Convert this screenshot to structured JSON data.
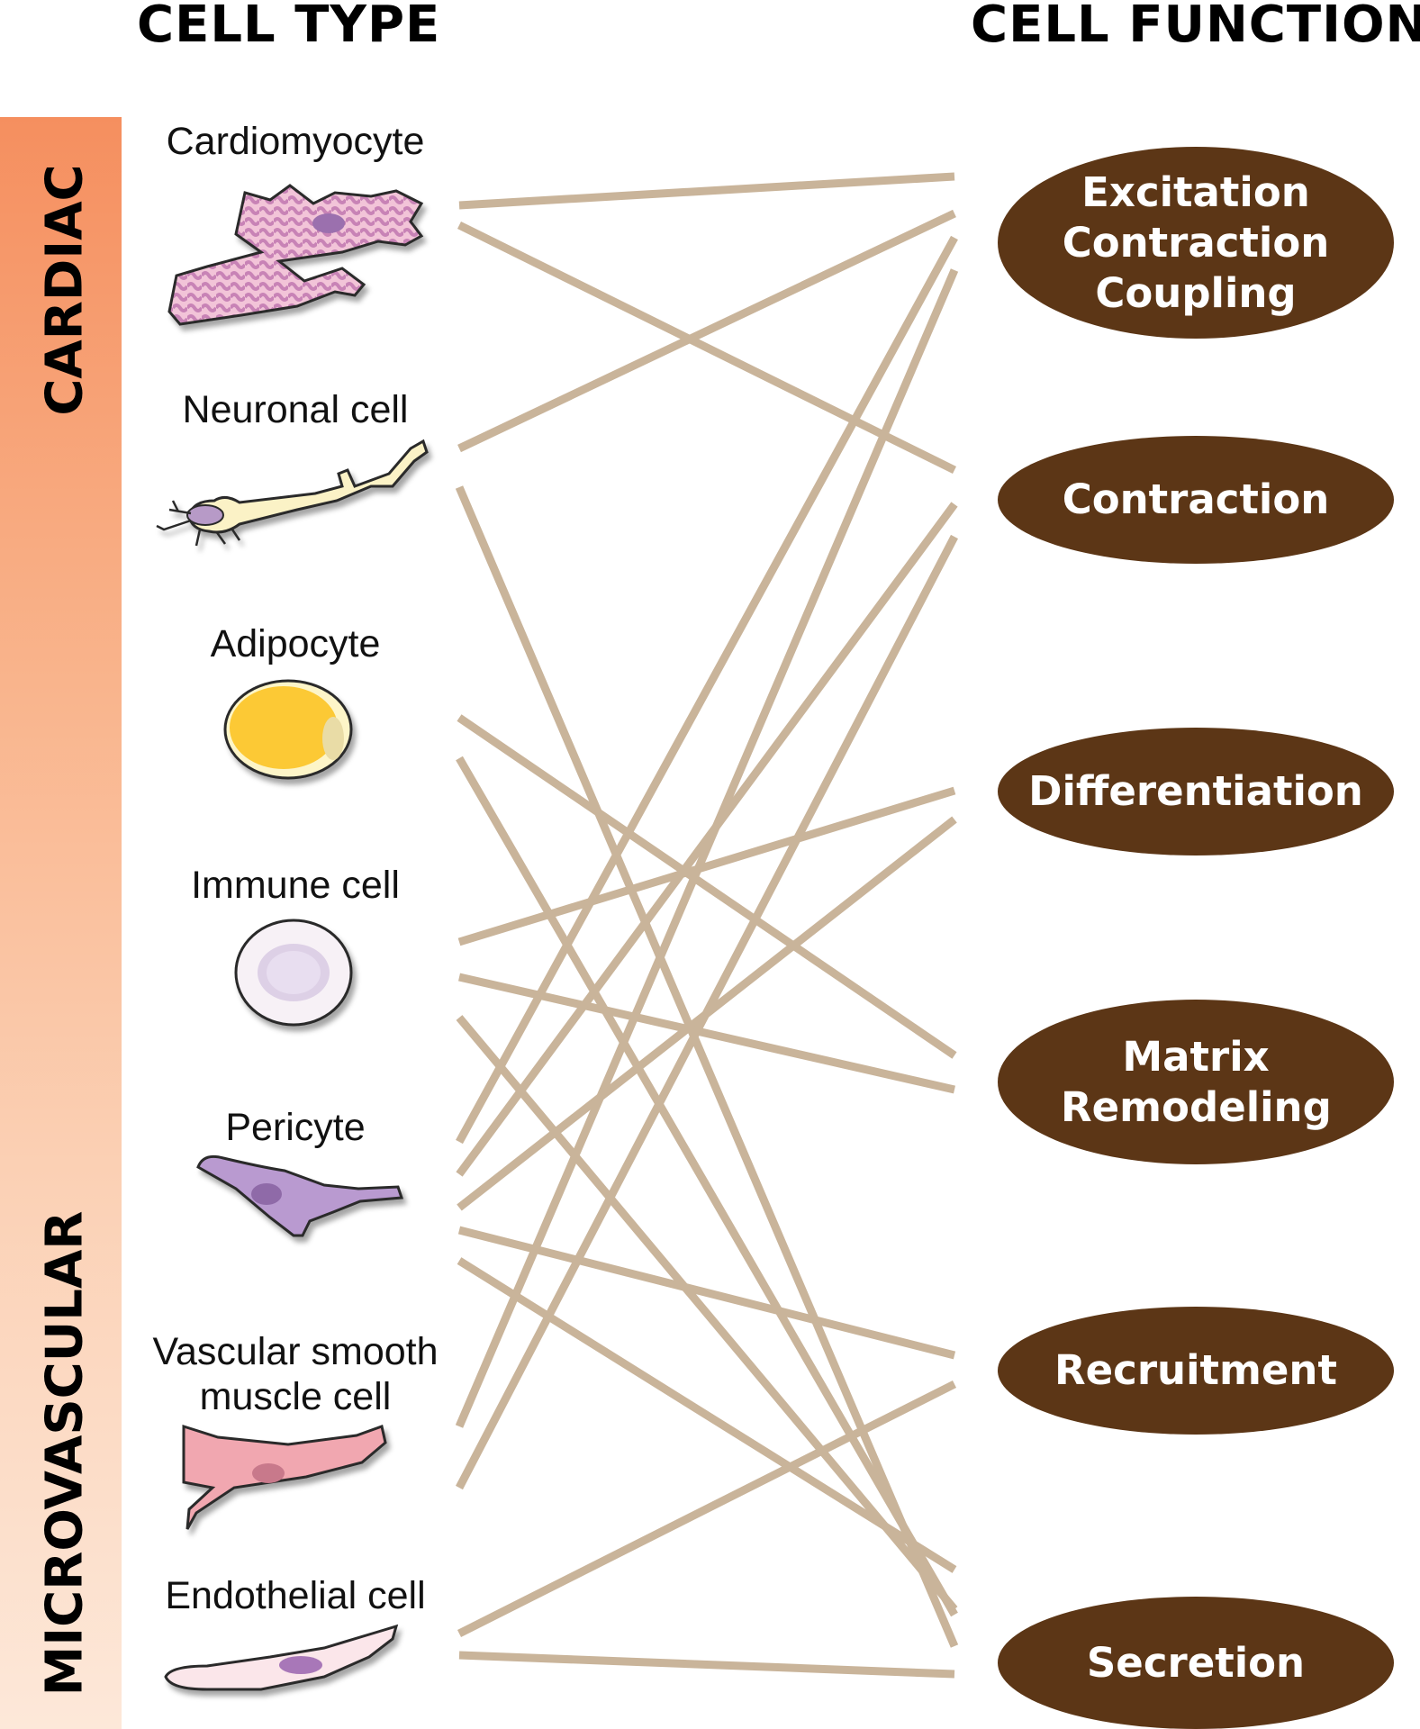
{
  "headers": {
    "cell_type": "CELL TYPE",
    "cell_function": "CELL FUNCTION"
  },
  "sidebar": {
    "top_label": "CARDIAC",
    "bottom_label": "MICROVASCULAR"
  },
  "cell_types": [
    "Cardiomyocyte",
    "Neuronal cell",
    "Adipocyte",
    "Immune cell",
    "Pericyte",
    "Vascular smooth muscle cell",
    "Endothelial cell"
  ],
  "cell_functions": [
    "Excitation Contraction Coupling",
    "Contraction",
    "Differentiation",
    "Matrix Remodeling",
    "Recruitment",
    "Secretion"
  ],
  "links": [
    {
      "from": "Cardiomyocyte",
      "to": "Excitation Contraction Coupling"
    },
    {
      "from": "Cardiomyocyte",
      "to": "Contraction"
    },
    {
      "from": "Neuronal cell",
      "to": "Excitation Contraction Coupling"
    },
    {
      "from": "Neuronal cell",
      "to": "Secretion"
    },
    {
      "from": "Adipocyte",
      "to": "Matrix Remodeling"
    },
    {
      "from": "Adipocyte",
      "to": "Secretion"
    },
    {
      "from": "Immune cell",
      "to": "Differentiation"
    },
    {
      "from": "Immune cell",
      "to": "Matrix Remodeling"
    },
    {
      "from": "Immune cell",
      "to": "Secretion"
    },
    {
      "from": "Pericyte",
      "to": "Excitation Contraction Coupling"
    },
    {
      "from": "Pericyte",
      "to": "Contraction"
    },
    {
      "from": "Pericyte",
      "to": "Differentiation"
    },
    {
      "from": "Pericyte",
      "to": "Recruitment"
    },
    {
      "from": "Pericyte",
      "to": "Secretion"
    },
    {
      "from": "Vascular smooth muscle cell",
      "to": "Excitation Contraction Coupling"
    },
    {
      "from": "Vascular smooth muscle cell",
      "to": "Contraction"
    },
    {
      "from": "Endothelial cell",
      "to": "Recruitment"
    },
    {
      "from": "Endothelial cell",
      "to": "Secretion"
    }
  ],
  "colors": {
    "link": "#c9b49a",
    "function_fill": "#5c3616",
    "cardiomyocyte": "#e7a8c4",
    "neuron": "#fbf0c0",
    "adipocyte": "#fcc934",
    "immune": "#f5eef5",
    "pericyte": "#b99ad0",
    "vsmc": "#f1a7b0",
    "endothelial": "#fbe6ea"
  }
}
